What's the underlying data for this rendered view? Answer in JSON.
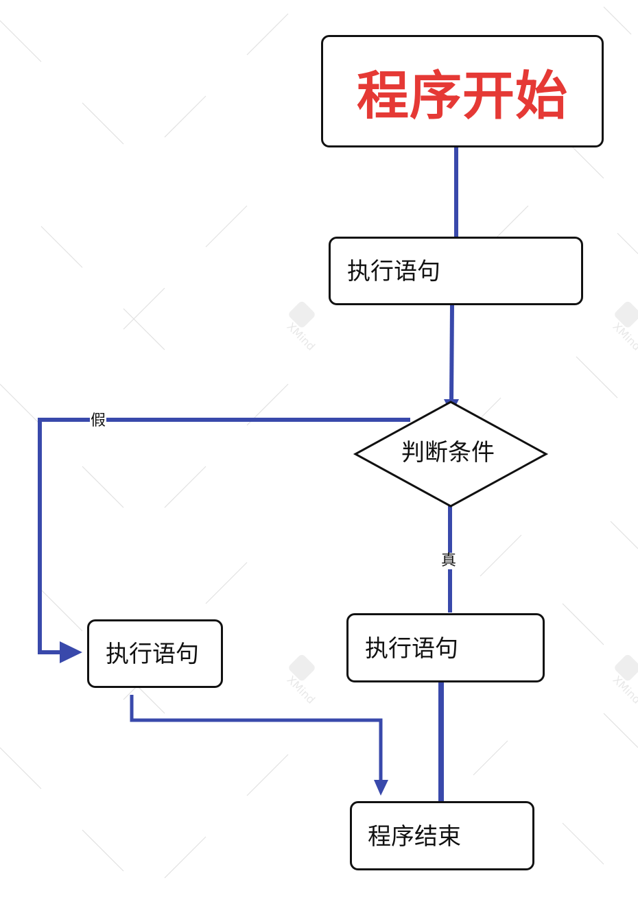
{
  "nodes": {
    "start": {
      "label": "程序开始"
    },
    "exec_top": {
      "label": "执行语句"
    },
    "decision": {
      "label": "判断条件"
    },
    "exec_true": {
      "label": "执行语句"
    },
    "exec_false": {
      "label": "执行语句"
    },
    "end": {
      "label": "程序结束"
    }
  },
  "edges": {
    "false_label": "假",
    "true_label": "真"
  },
  "colors": {
    "connector": "#3949ab",
    "start_text": "#e53935",
    "border": "#111111"
  }
}
